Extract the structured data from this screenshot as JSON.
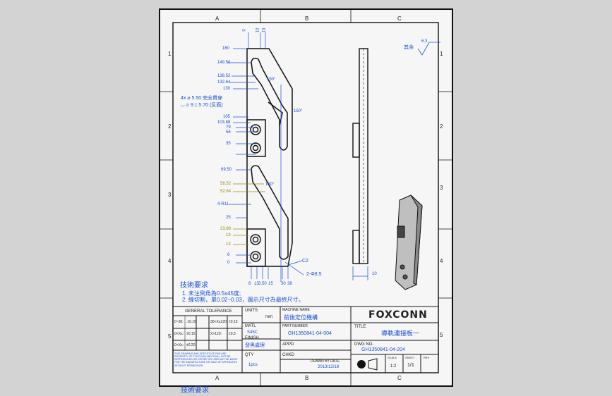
{
  "zones": {
    "columns": [
      "A",
      "B",
      "C"
    ],
    "rows": [
      "1",
      "2",
      "3",
      "4",
      "5"
    ]
  },
  "dimensions": {
    "top": [
      "0",
      "10",
      "15"
    ],
    "left_blue": [
      "160",
      "149.50",
      "138.52",
      "132.64",
      "130",
      "105",
      "103.88",
      "79",
      "56",
      "35",
      "69.50",
      "25",
      "6",
      "0"
    ],
    "left_olive": [
      "58.52",
      "52.64",
      "23.88",
      "19",
      "13"
    ],
    "bottom": [
      "6",
      "13",
      "3.50",
      "15",
      "30",
      "38"
    ],
    "angles": [
      "150°",
      "150°",
      "150°"
    ],
    "radius": "4-R11",
    "chamfer": "C2",
    "holes_label": "2-Φ8.5",
    "hole_note_1": "4x ⌀ 5.50 完全貫穿",
    "hole_note_2": "⌴ ⌀ 9 ↧ 5.70 (反面)",
    "side_width": "10",
    "surface_note": "其余",
    "roughness": "6.3"
  },
  "notes": {
    "title": "技術要求",
    "line1": "1. 未注倒角為0.5x45度;",
    "line2": "2. 線切割，單0.02~0.03，圖示尺寸為最終尺寸。",
    "footer": "技術要求"
  },
  "title_block": {
    "general_tolerance": "GENERAL TOLERANCE",
    "tol": [
      [
        "0~30:",
        ".±0.10",
        "30<X≤120:",
        "±0.15"
      ],
      [
        "0<X≤:",
        "±0.15",
        "X>120:",
        "±0.3"
      ],
      [
        "0<X≤:",
        "±0.20",
        "",
        ""
      ]
    ],
    "units_label": "UNITS",
    "units_value": "mm",
    "material_label": "MATL",
    "material_value": "S45C",
    "finish_label": "FINISH",
    "finish_value": "發黑處理",
    "qty_label": "QTY",
    "qty_value": "1pcs",
    "machine_label": "MACHINE NAME",
    "machine_value": "前後定位機構",
    "part_label": "PART NUMBER",
    "part_value": "GH1350841-04-004",
    "appd_label": "APPD",
    "chkd_label": "CHKD",
    "drawn_label": "DRAWN BY DATE",
    "drawn_date": "2013/12/18",
    "company_logo": "FOXCONN",
    "title_label": "TITLE",
    "title_value": "導軌連接板一",
    "dwg_label": "DWG NO.",
    "dwg_value": "GH1350841-04-204",
    "scale_label": "SCALE",
    "scale_value": "1:2",
    "sheet_label": "SHEET",
    "sheet_value": "1/1",
    "rev_label": "REV",
    "warning": "THIS DRAWING AND SPECIFICATIONS ARE PROPERTY OF FOXCONN AND SHALL NOT BE REPRODUCED OR COPIED OR USED AS THE BASIS FOR THE MANUFACTURE OR SALE OF APPARATUS WITHOUT PERMISSION"
  }
}
